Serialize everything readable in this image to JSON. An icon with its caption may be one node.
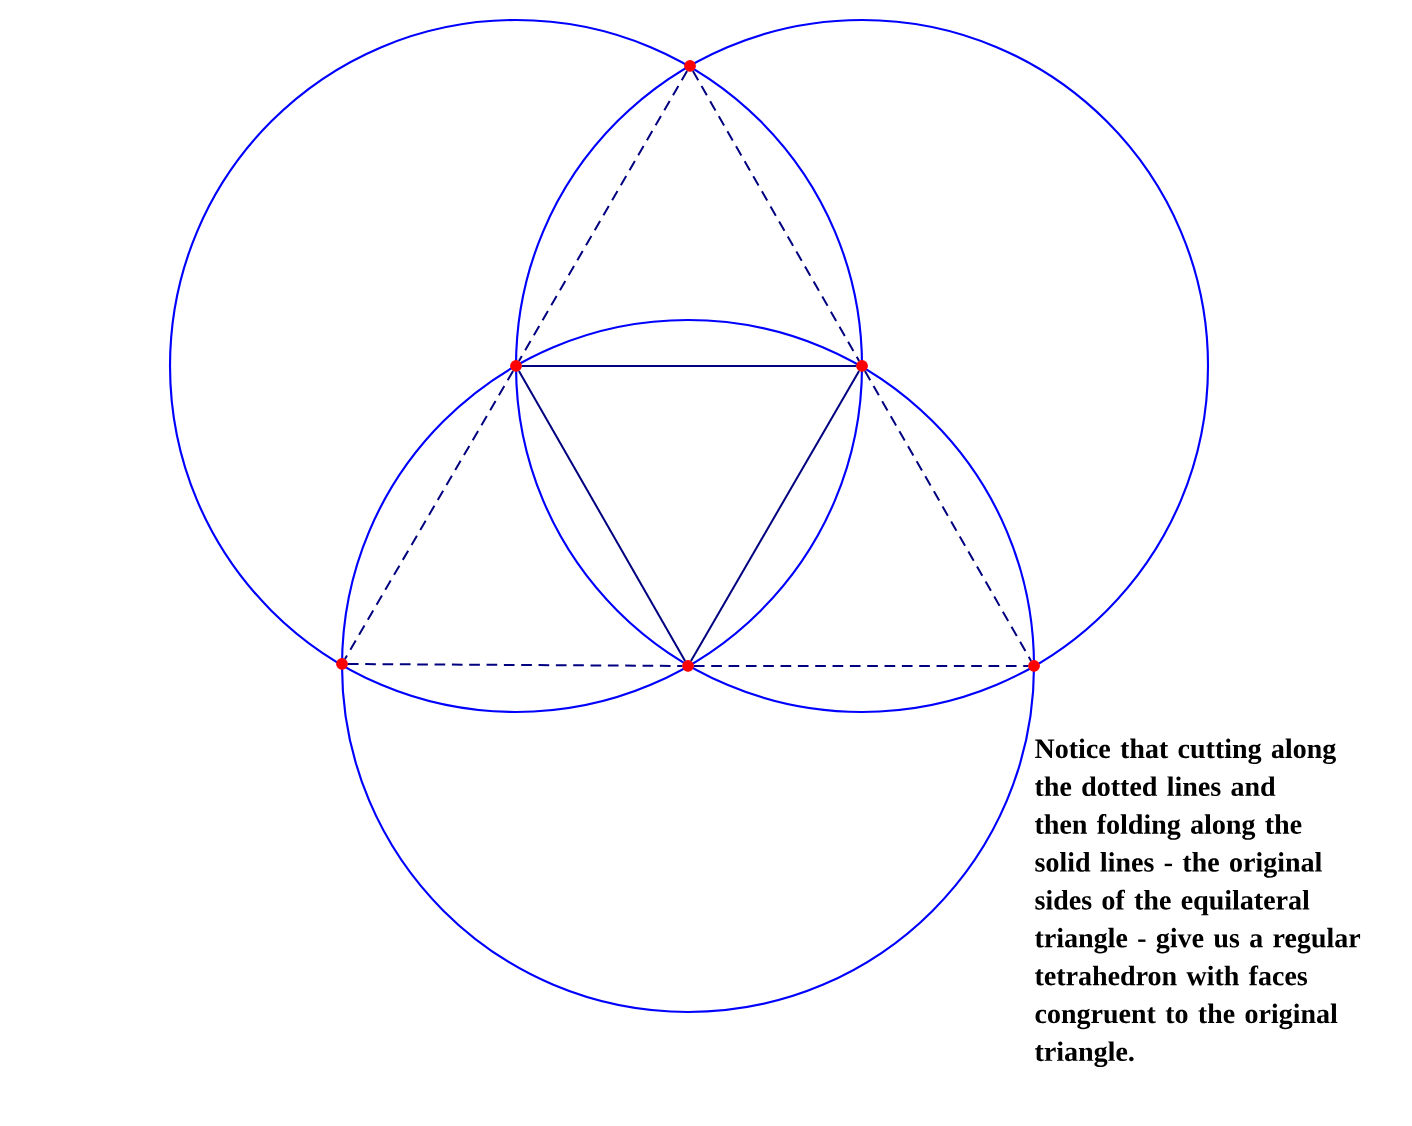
{
  "diagram": {
    "nodes": [
      {
        "text": [],
        "shape": "circle"
      },
      {
        "text": [],
        "shape": "circle"
      },
      {
        "text": [],
        "shape": "circle"
      },
      {
        "text": [],
        "shape": "circle"
      },
      {
        "text": [],
        "shape": "circle"
      },
      {
        "text": [],
        "shape": "circle"
      }
    ],
    "edges": [
      {
        "from": 1,
        "to": 2,
        "arrow": "none"
      },
      {
        "from": 1,
        "to": 4,
        "arrow": "none"
      },
      {
        "from": 2,
        "to": 4,
        "arrow": "none"
      },
      {
        "from": 0,
        "to": 1,
        "arrow": "none",
        "style": "dashed"
      },
      {
        "from": 0,
        "to": 2,
        "arrow": "none",
        "style": "dashed"
      },
      {
        "from": 1,
        "to": 3,
        "arrow": "none",
        "style": "dashed"
      },
      {
        "from": 3,
        "to": 4,
        "arrow": "none",
        "style": "dashed"
      },
      {
        "from": 4,
        "to": 5,
        "arrow": "none",
        "style": "dashed"
      },
      {
        "from": 2,
        "to": 5,
        "arrow": "none",
        "style": "dashed"
      }
    ],
    "labels": [
      "Notice that cutting along the dotted lines and then folding along the solid lines - the original sides of the equilateral triangle - give us a regular tetrahedron with faces congruent to the original triangle."
    ]
  }
}
